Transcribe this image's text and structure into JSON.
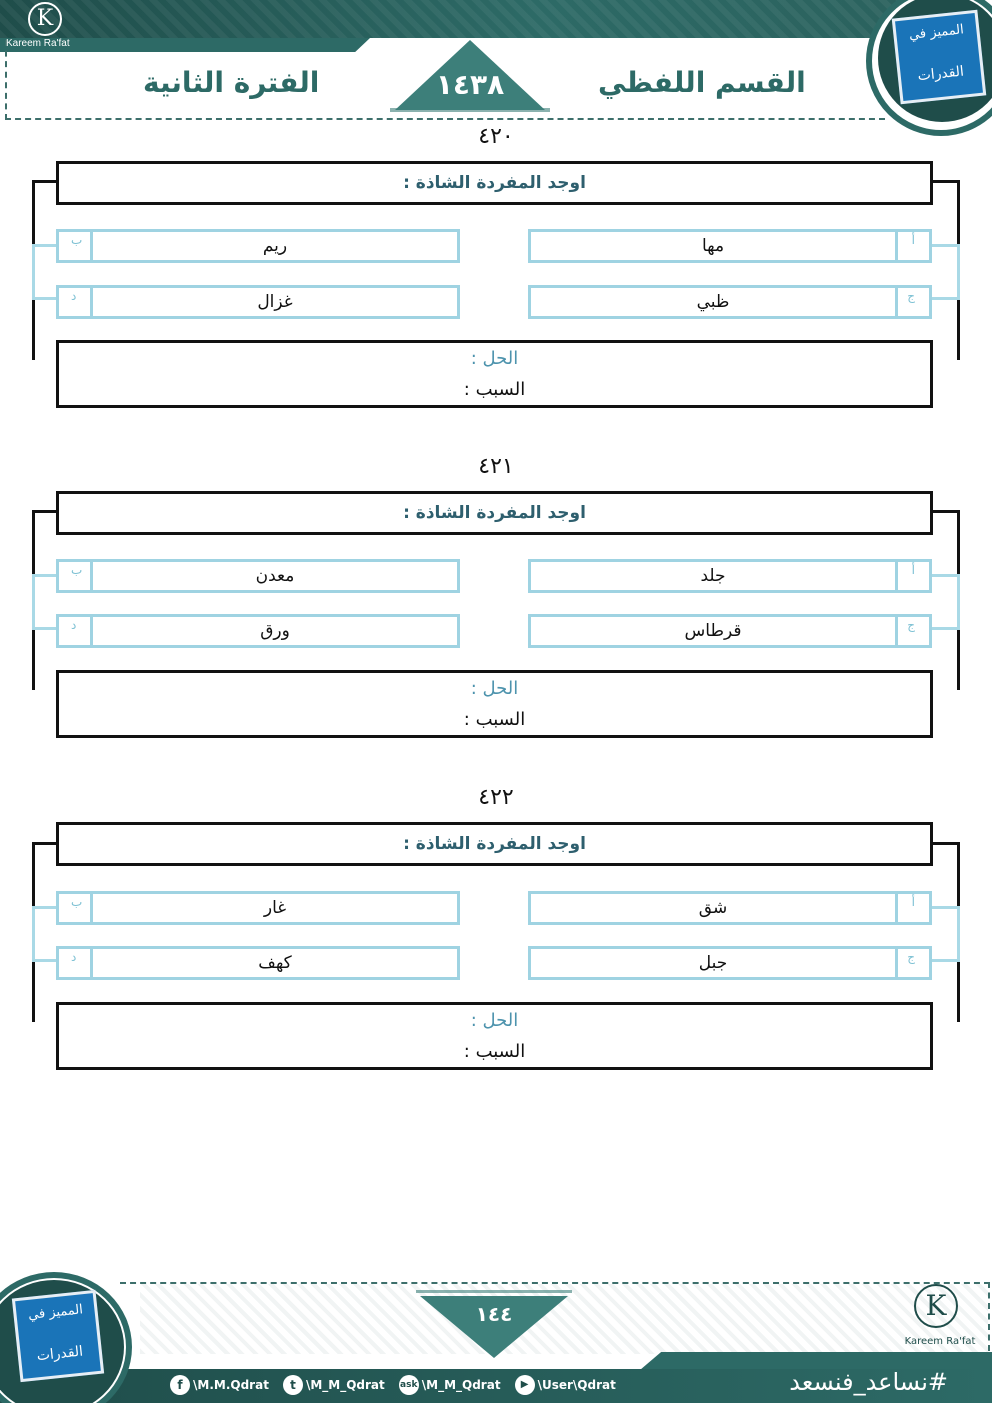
{
  "header": {
    "signature_name": "Kareem Ra'fat",
    "signature_letter": "K",
    "section_title": "القسم اللفظي",
    "period_title": "الفترة الثانية",
    "year": "١٤٣٨",
    "logo_top_text": "المميز في",
    "logo_bottom_text": "القدرات"
  },
  "questions": [
    {
      "number": "٤٢٠",
      "prompt": "اوجد المفردة الشاذة :",
      "options": [
        {
          "letter": "أ",
          "text": "مها"
        },
        {
          "letter": "ب",
          "text": "ريم"
        },
        {
          "letter": "ج",
          "text": "ظبي"
        },
        {
          "letter": "د",
          "text": "غزال"
        }
      ],
      "solution_label": "الحل :",
      "reason_label": "السبب :"
    },
    {
      "number": "٤٢١",
      "prompt": "اوجد المفردة الشاذة :",
      "options": [
        {
          "letter": "أ",
          "text": "جلد"
        },
        {
          "letter": "ب",
          "text": "معدن"
        },
        {
          "letter": "ج",
          "text": "قرطاس"
        },
        {
          "letter": "د",
          "text": "ورق"
        }
      ],
      "solution_label": "الحل :",
      "reason_label": "السبب :"
    },
    {
      "number": "٤٢٢",
      "prompt": "اوجد المفردة الشاذة :",
      "options": [
        {
          "letter": "أ",
          "text": "شق"
        },
        {
          "letter": "ب",
          "text": "غار"
        },
        {
          "letter": "ج",
          "text": "جبل"
        },
        {
          "letter": "د",
          "text": "كهف"
        }
      ],
      "solution_label": "الحل :",
      "reason_label": "السبب :"
    }
  ],
  "footer": {
    "page_number": "١٤٤",
    "signature_name": "Kareem Ra'fat",
    "signature_letter": "K",
    "logo_top_text": "المميز في",
    "logo_bottom_text": "القدرات",
    "hashtag": "#نساعد_فنسعد",
    "socials": [
      {
        "icon": "facebook-icon",
        "glyph": "f",
        "handle": "\\M.M.Qdrat"
      },
      {
        "icon": "twitter-icon",
        "glyph": "t",
        "handle": "\\M_M_Qdrat"
      },
      {
        "icon": "ask-icon",
        "glyph": "ask",
        "handle": "\\M_M_Qdrat"
      },
      {
        "icon": "youtube-icon",
        "glyph": "▶",
        "handle": "\\User\\Qdrat"
      }
    ]
  },
  "colors": {
    "brand_dark": "#1f4d4a",
    "brand": "#2d6a66",
    "option_border": "#9fd3e2",
    "prompt_text": "#2e5f6e",
    "solution_text": "#4d93ad"
  }
}
